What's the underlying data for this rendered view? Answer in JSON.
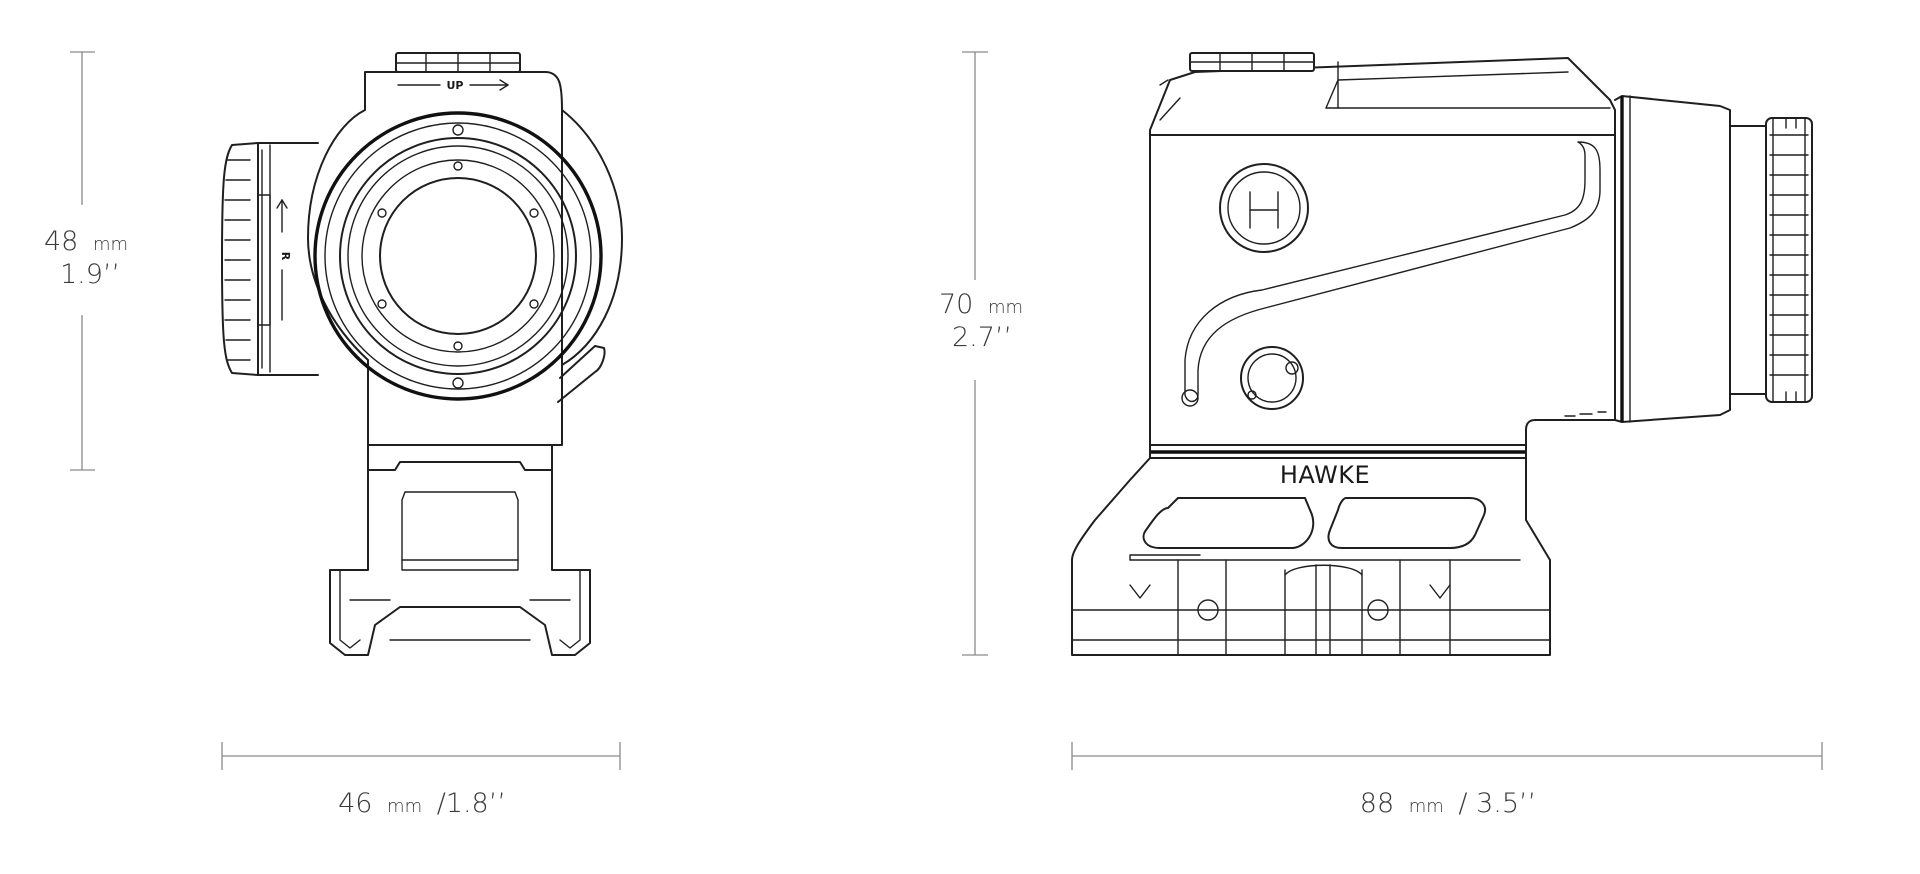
{
  "dimensions": {
    "front_height": {
      "value": "48",
      "unit": "mm",
      "imperial": "1.9’’"
    },
    "front_width": {
      "value": "46",
      "unit": "mm",
      "imperial": "/1.8’’"
    },
    "side_height": {
      "value": "70",
      "unit": "mm",
      "imperial": "2.7’’"
    },
    "side_length": {
      "value": "88",
      "unit": "mm",
      "imperial": "/ 3.5’’"
    }
  },
  "labels": {
    "logo": "HAWKE",
    "elevation_turret": "UP",
    "windage_turret": "R"
  },
  "colors": {
    "line": "#1f1f1f",
    "dimension_line": "#8a8a8a",
    "text": "#3a3a3a",
    "background": "#ffffff"
  }
}
